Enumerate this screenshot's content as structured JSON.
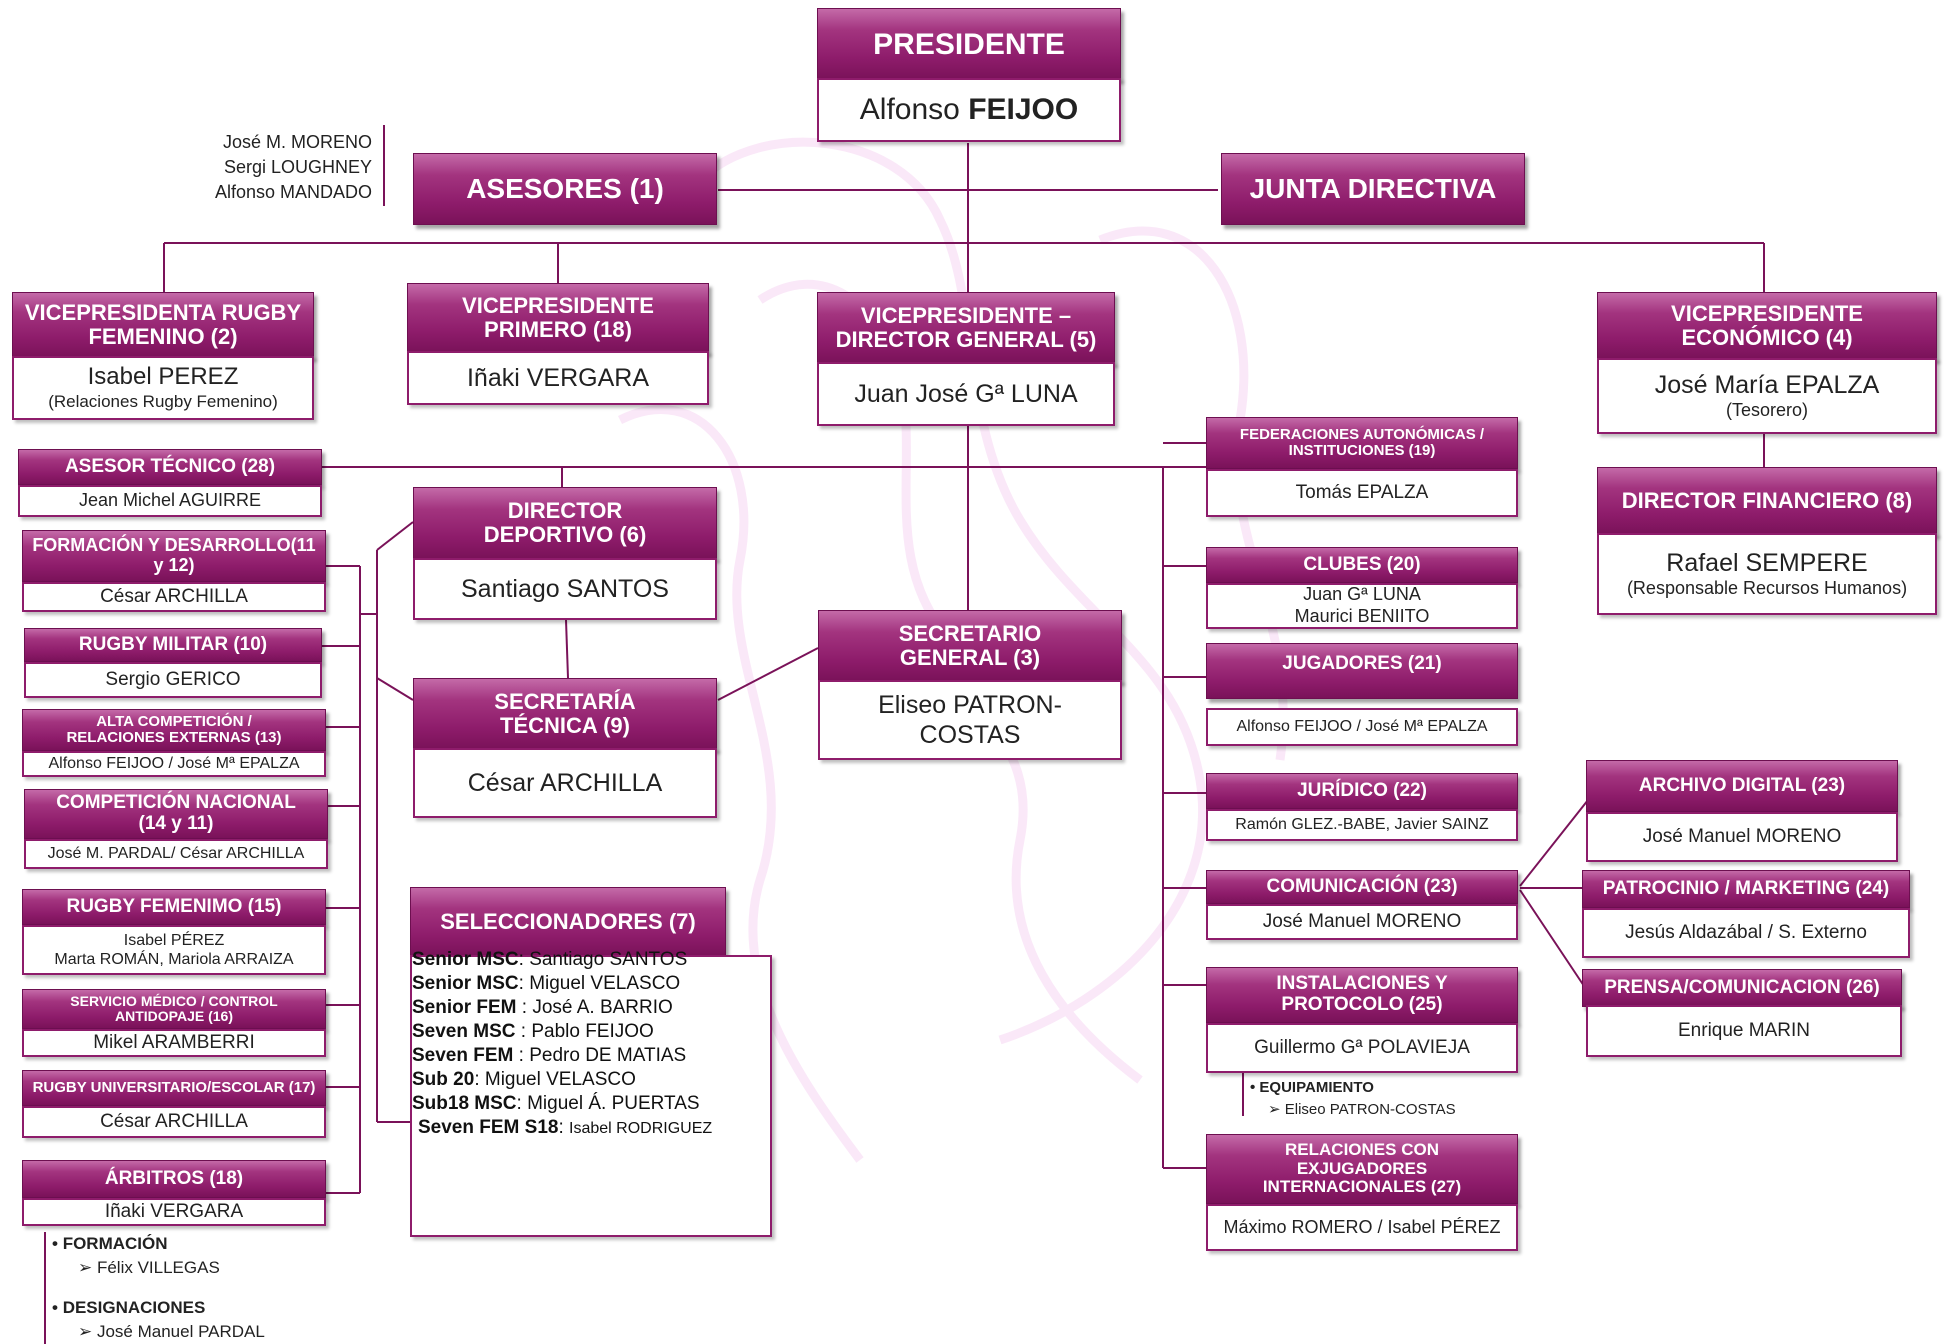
{
  "president": {
    "title": "PRESIDENTE",
    "name_first": "Alfonso ",
    "name_last": "FEIJOO"
  },
  "asesores_names": [
    "José M. MORENO",
    "Sergi LOUGHNEY",
    "Alfonso MANDADO"
  ],
  "asesores": {
    "title": "ASESORES (1)"
  },
  "junta": {
    "title": "JUNTA DIRECTIVA"
  },
  "vp_rugby_fem": {
    "title": "VICEPRESIDENTA RUGBY FEMENINO (2)",
    "name": "Isabel PEREZ",
    "detail": "(Relaciones Rugby Femenino)"
  },
  "vp_primero": {
    "title": "VICEPRESIDENTE PRIMERO (18)",
    "name": "Iñaki VERGARA"
  },
  "vp_director": {
    "title": "VICEPRESIDENTE – DIRECTOR GENERAL (5)",
    "name": "Juan José Gª LUNA"
  },
  "vp_economico": {
    "title": "VICEPRESIDENTE ECONÓMICO (4)",
    "name": "José María EPALZA",
    "detail": "(Tesorero)"
  },
  "director_financiero": {
    "title": "DIRECTOR FINANCIERO (8)",
    "name": "Rafael SEMPERE",
    "detail": "(Responsable Recursos Humanos)"
  },
  "asesor_tecnico": {
    "title": "ASESOR TÉCNICO (28)",
    "name": "Jean Michel AGUIRRE"
  },
  "formacion": {
    "title": "FORMACIÓN Y DESARROLLO(11 y 12)",
    "name": "César ARCHILLA"
  },
  "rugby_militar": {
    "title": "RUGBY MILITAR (10)",
    "name": "Sergio GERICO"
  },
  "alta_competicion": {
    "title": "ALTA COMPETICIÓN / RELACIONES EXTERNAS (13)",
    "name": "Alfonso FEIJOO / José Mª EPALZA"
  },
  "competicion_nacional": {
    "title": "COMPETICIÓN NACIONAL (14 y 11)",
    "name": "José M. PARDAL/ César ARCHILLA"
  },
  "rugby_femenino": {
    "title": "RUGBY FEMENIMO (15)",
    "name": "Isabel PÉREZ",
    "name2": "Marta ROMÁN, Mariola ARRAIZA"
  },
  "servicio_medico": {
    "title": "SERVICIO MÉDICO / CONTROL ANTIDOPAJE (16)",
    "name": "Mikel ARAMBERRI"
  },
  "rugby_universitario": {
    "title": "RUGBY UNIVERSITARIO/ESCOLAR (17)",
    "name": "César ARCHILLA"
  },
  "arbitros": {
    "title": "ÁRBITROS (18)",
    "name": "Iñaki VERGARA"
  },
  "arbitros_notes": [
    {
      "heading": "FORMACIÓN",
      "item": "Félix VILLEGAS"
    },
    {
      "heading": "DESIGNACIONES",
      "item": "José Manuel PARDAL"
    }
  ],
  "director_deportivo": {
    "title": "DIRECTOR DEPORTIVO (6)",
    "name": "Santiago SANTOS"
  },
  "secretaria_tecnica": {
    "title": "SECRETARÍA TÉCNICA (9)",
    "name": "César ARCHILLA"
  },
  "secretario_general": {
    "title": "SECRETARIO GENERAL (3)",
    "name": "Eliseo PATRON-COSTAS"
  },
  "seleccionadores": {
    "title": "SELECCIONADORES (7)",
    "entries": [
      {
        "team": "Senior MSC",
        "sep": ": ",
        "coach": "Santiago SANTOS"
      },
      {
        "team": "Senior MSC",
        "sep": ": ",
        "coach": "Miguel VELASCO"
      },
      {
        "team": "Senior FEM",
        "sep": " : ",
        "coach": "José A. BARRIO"
      },
      {
        "team": "Seven MSC",
        "sep": " : ",
        "coach": "Pablo FEIJOO"
      },
      {
        "team": "Seven FEM",
        "sep": " : ",
        "coach": "Pedro DE MATIAS"
      },
      {
        "team": "Sub 20",
        "sep": ": ",
        "coach": "Miguel VELASCO"
      },
      {
        "team": "Sub18 MSC",
        "sep": ": ",
        "coach": "Miguel Á. PUERTAS"
      },
      {
        "team": "Seven FEM S18",
        "sep": ": ",
        "coach": "Isabel RODRIGUEZ"
      }
    ]
  },
  "federaciones": {
    "title": "FEDERACIONES AUTONÓMICAS / INSTITUCIONES (19)",
    "name": "Tomás EPALZA"
  },
  "clubes": {
    "title": "CLUBES (20)",
    "name": "Juan Gª LUNA",
    "name2": "Maurici BENIITO"
  },
  "jugadores": {
    "title": "JUGADORES (21)",
    "name": "Alfonso FEIJOO / José Mª EPALZA"
  },
  "juridico": {
    "title": "JURÍDICO (22)",
    "name": "Ramón GLEZ.-BABE, Javier SAINZ"
  },
  "comunicacion": {
    "title": "COMUNICACIÓN (23)",
    "name": "José Manuel MORENO"
  },
  "instalaciones": {
    "title": "INSTALACIONES Y PROTOCOLO (25)",
    "name": "Guillermo Gª POLAVIEJA"
  },
  "instalaciones_notes": {
    "heading": "EQUIPAMIENTO",
    "item": "Eliseo PATRON-COSTAS"
  },
  "relaciones_exjugadores": {
    "title": "RELACIONES CON EXJUGADORES INTERNACIONALES (27)",
    "name": "Máximo ROMERO / Isabel PÉREZ"
  },
  "archivo_digital": {
    "title": "ARCHIVO DIGITAL (23)",
    "name": "José Manuel MORENO"
  },
  "patrocinio": {
    "title": "PATROCINIO / MARKETING (24)",
    "name": "Jesús Aldazábal / S. Externo"
  },
  "prensa": {
    "title": "PRENSA/COMUNICACION (26)",
    "name": "Enrique MARIN"
  },
  "colors": {
    "header": "#8e1c6b",
    "line": "#7a1259",
    "watermark": "#f3c8f0"
  }
}
